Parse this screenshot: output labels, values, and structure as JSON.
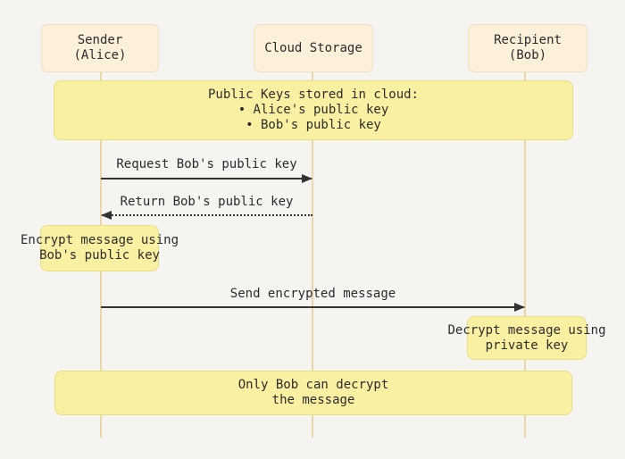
{
  "diagram_type": "sequence-diagram",
  "colors": {
    "background": "#f5f4f1",
    "actor_fill": "#fcf0da",
    "actor_border": "#f1dfc0",
    "note_fill": "#f9f0a2",
    "note_border": "#e9de88",
    "lifeline": "#ead6a6",
    "arrow": "#333333",
    "text": "#2b2b2b"
  },
  "actors": [
    {
      "id": "sender-alice",
      "lines": [
        "Sender",
        "(Alice)"
      ]
    },
    {
      "id": "cloud-storage",
      "lines": [
        "Cloud Storage"
      ]
    },
    {
      "id": "recipient-bob",
      "lines": [
        "Recipient",
        "(Bob)"
      ]
    }
  ],
  "notes": [
    {
      "id": "public-keys-note",
      "lines": [
        "Public Keys stored in cloud:",
        "• Alice's public key",
        "• Bob's public key"
      ]
    },
    {
      "id": "encrypt-note",
      "lines": [
        "Encrypt message using",
        "Bob's public key"
      ]
    },
    {
      "id": "decrypt-note",
      "lines": [
        "Decrypt message using",
        "private key"
      ]
    },
    {
      "id": "summary-note",
      "lines": [
        "Only Bob can decrypt",
        "the message"
      ]
    }
  ],
  "messages": [
    {
      "label": "Request Bob's public key",
      "from": "sender-alice",
      "to": "cloud-storage",
      "style": "solid",
      "direction": "right"
    },
    {
      "label": "Return Bob's public key",
      "from": "cloud-storage",
      "to": "sender-alice",
      "style": "dotted",
      "direction": "left"
    },
    {
      "label": "Send encrypted message",
      "from": "sender-alice",
      "to": "recipient-bob",
      "style": "solid",
      "direction": "right"
    }
  ]
}
